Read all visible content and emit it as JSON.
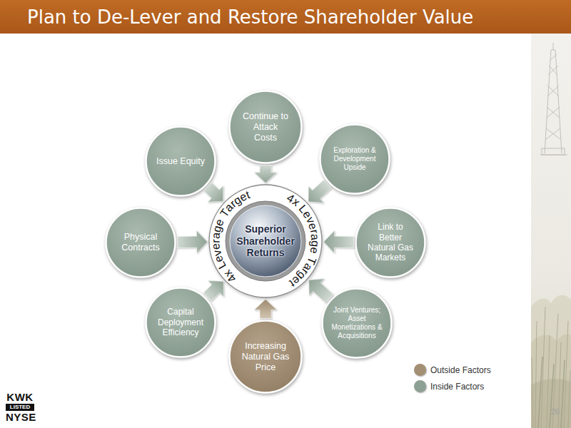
{
  "diagram": {
    "title": "Plan to De-Lever and Restore Shareholder Value",
    "nodes": [
      {
        "text": [
          "Continue to Attack Costs"
        ]
      },
      {
        "text": [
          "Issue Equity"
        ]
      },
      {
        "text": [
          "Exploration & Development Upside"
        ]
      },
      {
        "text": [
          "Physical Contracts"
        ]
      },
      {
        "text": [
          "4x Leverage Target",
          "4x Leverage Target"
        ]
      },
      {
        "text": [
          "Superior Shareholder Returns"
        ],
        "in": 4
      },
      {
        "text": [
          "Link to Better Natural Gas Markets"
        ]
      },
      {
        "text": [
          "Capital Deployment Efficiency"
        ]
      },
      {
        "text": [
          "Joint Ventures; Asset Monetizations & Acquisitions"
        ]
      },
      {
        "text": [
          "Increasing Natural Gas Price"
        ]
      }
    ],
    "edges": [
      {
        "from": 0,
        "to": 4,
        "arrow": "to"
      },
      {
        "from": 1,
        "to": 4,
        "arrow": "to"
      },
      {
        "from": 2,
        "to": 4,
        "arrow": "to"
      },
      {
        "from": 3,
        "to": 4,
        "arrow": "to"
      },
      {
        "from": 6,
        "to": 4,
        "arrow": "to"
      },
      {
        "from": 7,
        "to": 4,
        "arrow": "to"
      },
      {
        "from": 8,
        "to": 4,
        "arrow": "to"
      },
      {
        "from": 9,
        "to": 4,
        "arrow": "to"
      }
    ],
    "labels": [
      "KWK",
      "LISTED",
      "NYSE",
      "26"
    ],
    "legend": [
      {
        "text": "Outside Factors",
        "color": "#a38f74"
      },
      {
        "text": "Inside Factors",
        "color": "#8da094"
      }
    ]
  }
}
